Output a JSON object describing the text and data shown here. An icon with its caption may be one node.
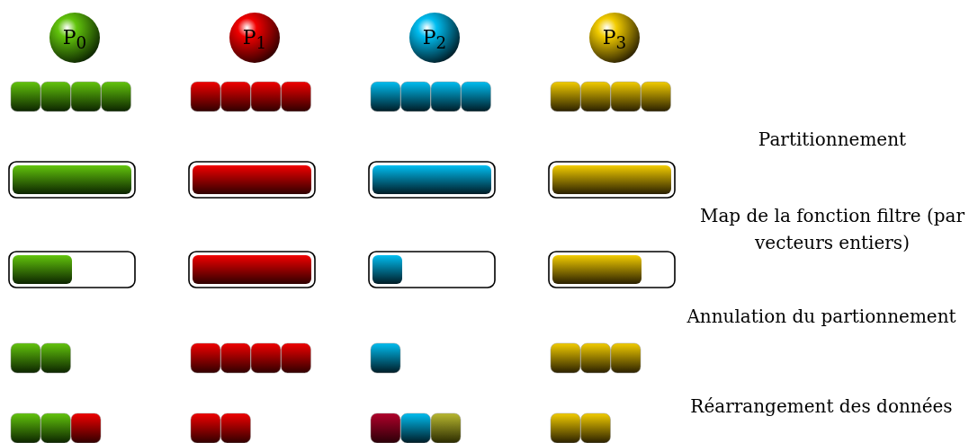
{
  "diagram": {
    "nodes": [
      {
        "text": [
          "P$_{0}$"
        ]
      },
      {
        "text": [
          "P$_{1}$"
        ]
      },
      {
        "text": [
          "P$_{2}$"
        ]
      },
      {
        "text": [
          "P$_{3}$"
        ]
      }
    ],
    "labels": [
      "Partitionnement",
      "Map de la fonction filtre (par vecteurs entiers)",
      "Annulation du partionnement",
      "Réarrangement des données"
    ]
  }
}
